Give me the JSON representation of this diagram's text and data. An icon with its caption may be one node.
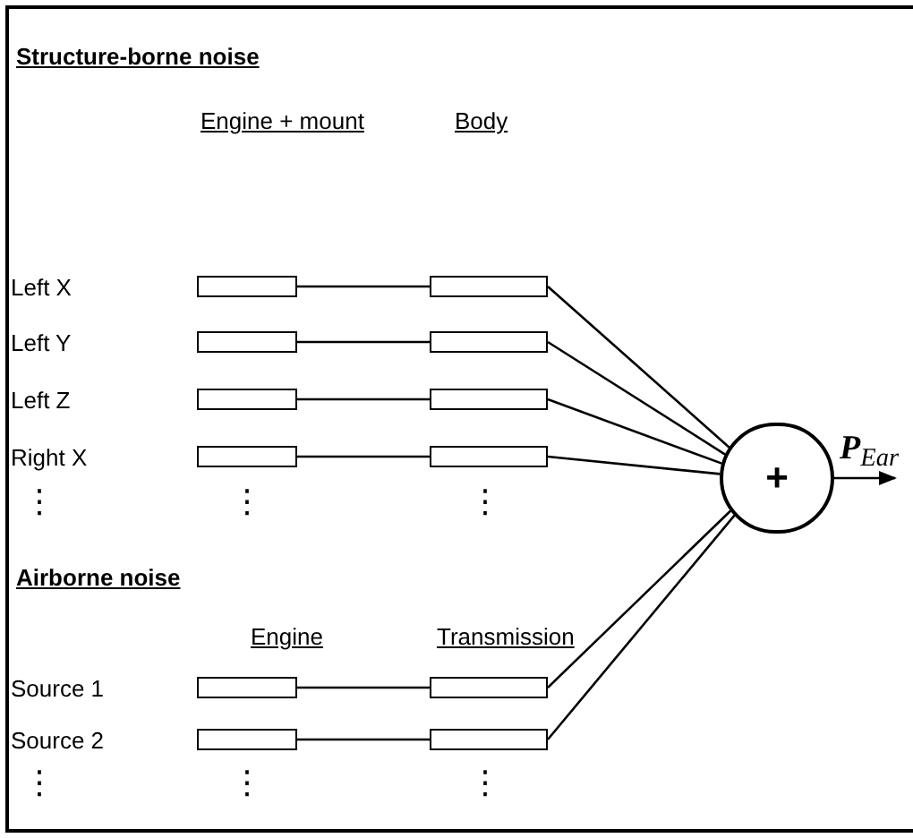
{
  "diagram": {
    "nodes": [
      {
        "text": [],
        "shape": "box"
      },
      {
        "text": [],
        "shape": "box"
      },
      {
        "text": [],
        "shape": "box"
      },
      {
        "text": [],
        "shape": "box"
      },
      {
        "text": [],
        "shape": "box"
      },
      {
        "text": [],
        "shape": "box"
      },
      {
        "text": [],
        "shape": "box"
      },
      {
        "text": [],
        "shape": "box"
      },
      {
        "text": [
          "+"
        ]
      },
      {
        "text": [],
        "shape": "box"
      },
      {
        "text": [],
        "shape": "box"
      },
      {
        "text": [],
        "shape": "box"
      },
      {
        "text": [],
        "shape": "box"
      }
    ],
    "edges": [
      {
        "from": 0,
        "to": 1,
        "arrow": "none"
      },
      {
        "from": 1,
        "to": 8,
        "arrow": "none"
      },
      {
        "from": 2,
        "to": 3,
        "arrow": "none"
      },
      {
        "from": 3,
        "to": 8,
        "arrow": "none"
      },
      {
        "from": 4,
        "to": 5,
        "arrow": "none"
      },
      {
        "from": 5,
        "to": 8,
        "arrow": "none"
      },
      {
        "from": 6,
        "to": 7,
        "arrow": "none"
      },
      {
        "from": 7,
        "to": 8,
        "arrow": "none"
      },
      {
        "from": 9,
        "to": 10,
        "arrow": "none"
      },
      {
        "from": 10,
        "to": 8,
        "arrow": "none"
      },
      {
        "from": 11,
        "to": 12,
        "arrow": "none"
      },
      {
        "from": 12,
        "to": 8,
        "arrow": "none"
      },
      {
        "from": 8,
        "to": null,
        "arrow": "to",
        "label": "**P**$_{Ear}$"
      }
    ],
    "labels": [
      "Structure-borne noise",
      "Engine + mount",
      "Body",
      "Left X",
      "Left Y",
      "Left Z",
      "Right X",
      "⋮",
      "⋮",
      "⋮",
      "Airborne noise",
      "Engine",
      "Transmission",
      "Source 1",
      "Source 2",
      "⋮",
      "⋮",
      "⋮"
    ]
  }
}
